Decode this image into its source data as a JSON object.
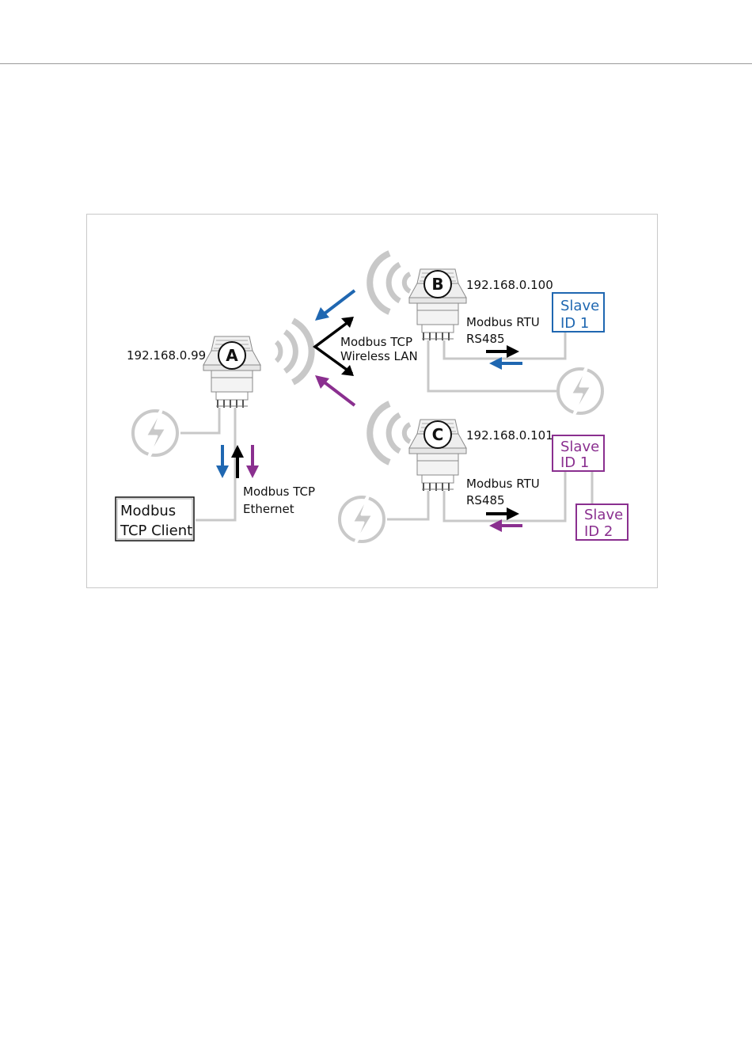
{
  "colors": {
    "blue": "#1f67b1",
    "purple": "#8a2f8f",
    "black": "#000000",
    "gray": "#c8c8c8"
  },
  "nodes": {
    "a": {
      "letter": "A",
      "ip": "192.168.0.99"
    },
    "b": {
      "letter": "B",
      "ip": "192.168.0.100"
    },
    "c": {
      "letter": "C",
      "ip": "192.168.0.101"
    }
  },
  "labels": {
    "wireless_line1": "Modbus TCP",
    "wireless_line2": "Wireless LAN",
    "ethernet_line1": "Modbus TCP",
    "ethernet_line2": "Ethernet",
    "rtu_b_line1": "Modbus RTU",
    "rtu_b_line2": "RS485",
    "rtu_c_line1": "Modbus RTU",
    "rtu_c_line2": "RS485"
  },
  "boxes": {
    "client": {
      "line1": "Modbus",
      "line2": "TCP Client"
    },
    "slave_b1": {
      "line1": "Slave",
      "line2": "ID 1"
    },
    "slave_c1": {
      "line1": "Slave",
      "line2": "ID 1"
    },
    "slave_c2": {
      "line1": "Slave",
      "line2": "ID 2"
    }
  },
  "icons": [
    "wifi-signal-icon",
    "power-bolt-icon",
    "modbus-device-icon",
    "arrow-icon"
  ]
}
